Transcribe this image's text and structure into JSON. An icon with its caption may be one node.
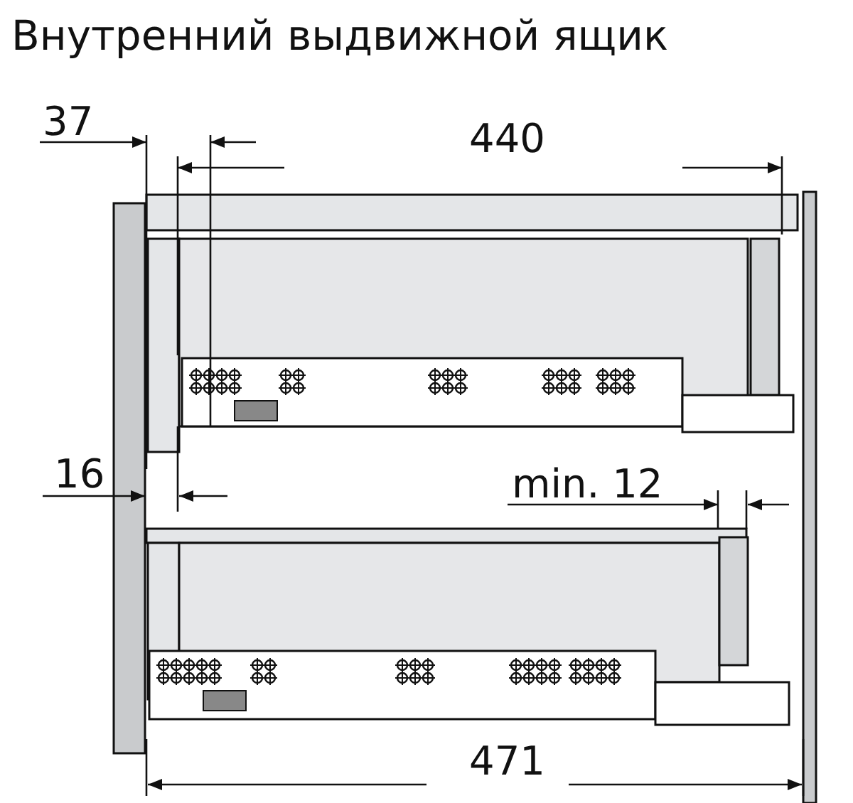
{
  "diagram": {
    "title": "Внутренний выдвижной ящик",
    "labels": [
      "37",
      "440",
      "16",
      "min. 12",
      "471"
    ]
  }
}
